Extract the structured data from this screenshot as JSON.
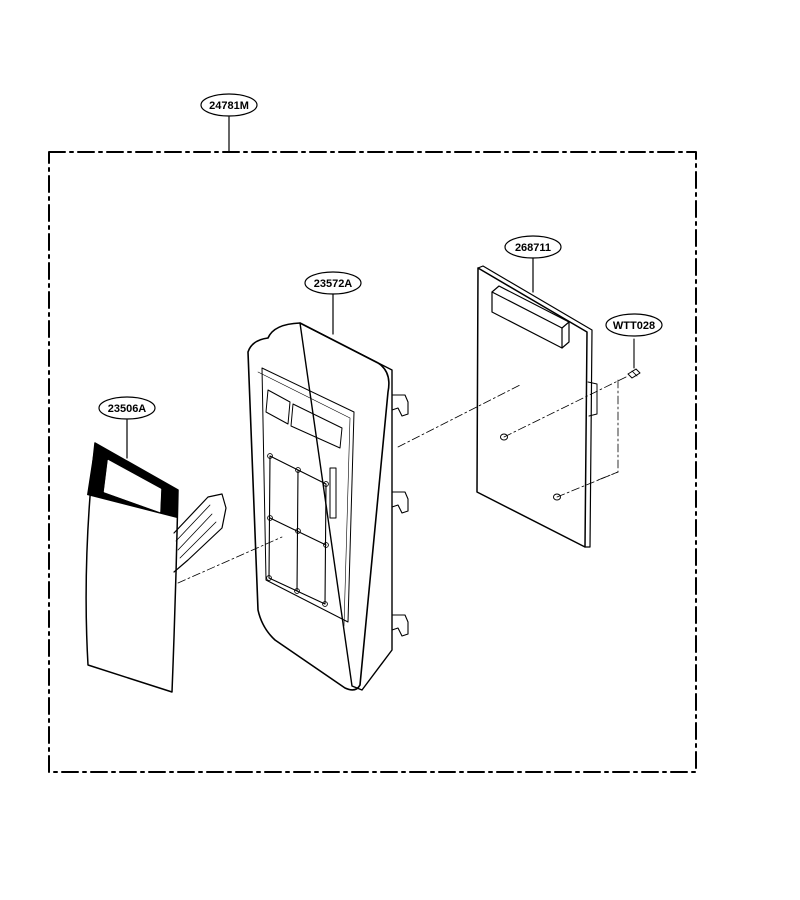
{
  "diagram": {
    "labels": {
      "assembly": "24781M",
      "control_panel": "23572A",
      "pcb": "268711",
      "screw": "WTT028",
      "membrane": "23506A"
    },
    "colors": {
      "line": "#000000",
      "background": "#ffffff",
      "panel_fill": "#ffffff",
      "window_fill": "#000000"
    }
  }
}
